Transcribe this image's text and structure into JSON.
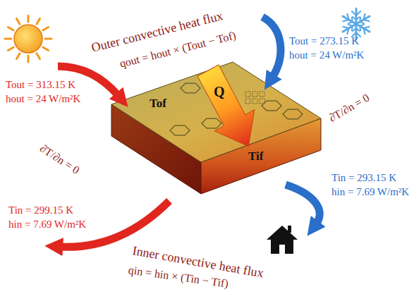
{
  "diagram": {
    "labels": [
      "Outer convective heat flux",
      "qout = hout × (Tout − Tof)",
      "Tout = 273.15 K",
      "hout = 24 W/m²K",
      "Tout = 313.15 K",
      "hout = 24 W/m²K",
      "Tof",
      "∂T/∂n = 0",
      "Q",
      "∂T/∂n = 0",
      "Tin = 293.15 K",
      "hin = 7.69 W/m²K",
      "Tif",
      "Tin = 299.15 K",
      "hin = 7.69 W/m²K",
      "Inner convective heat flux",
      "qin = hin × (Tin − Tif)"
    ]
  }
}
